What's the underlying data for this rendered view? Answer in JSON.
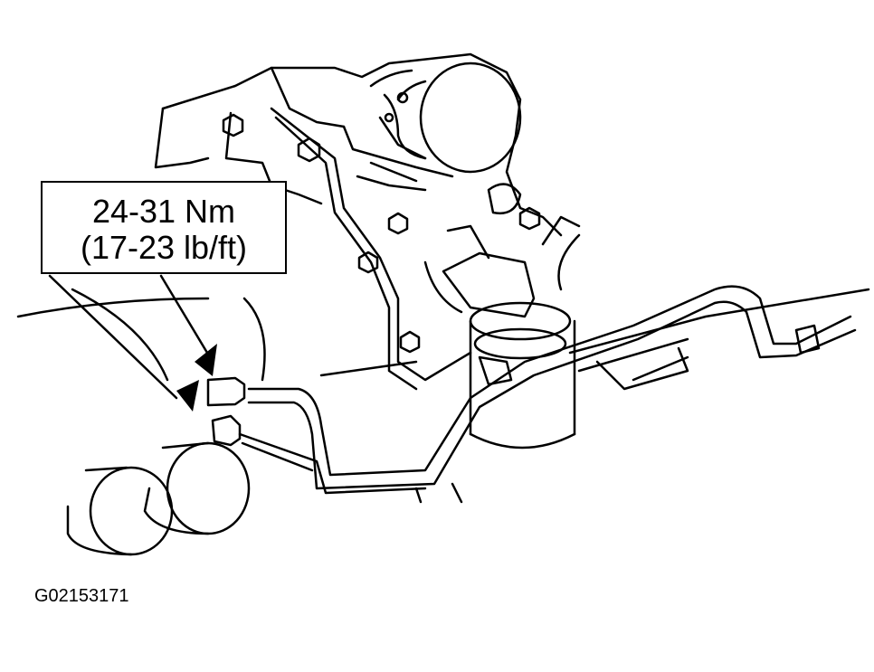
{
  "callout": {
    "torque_metric": "24-31 Nm",
    "torque_imperial": "(17-23 lb/ft)"
  },
  "figure_id": "G02153171",
  "colors": {
    "line": "#000000",
    "background": "#ffffff"
  }
}
